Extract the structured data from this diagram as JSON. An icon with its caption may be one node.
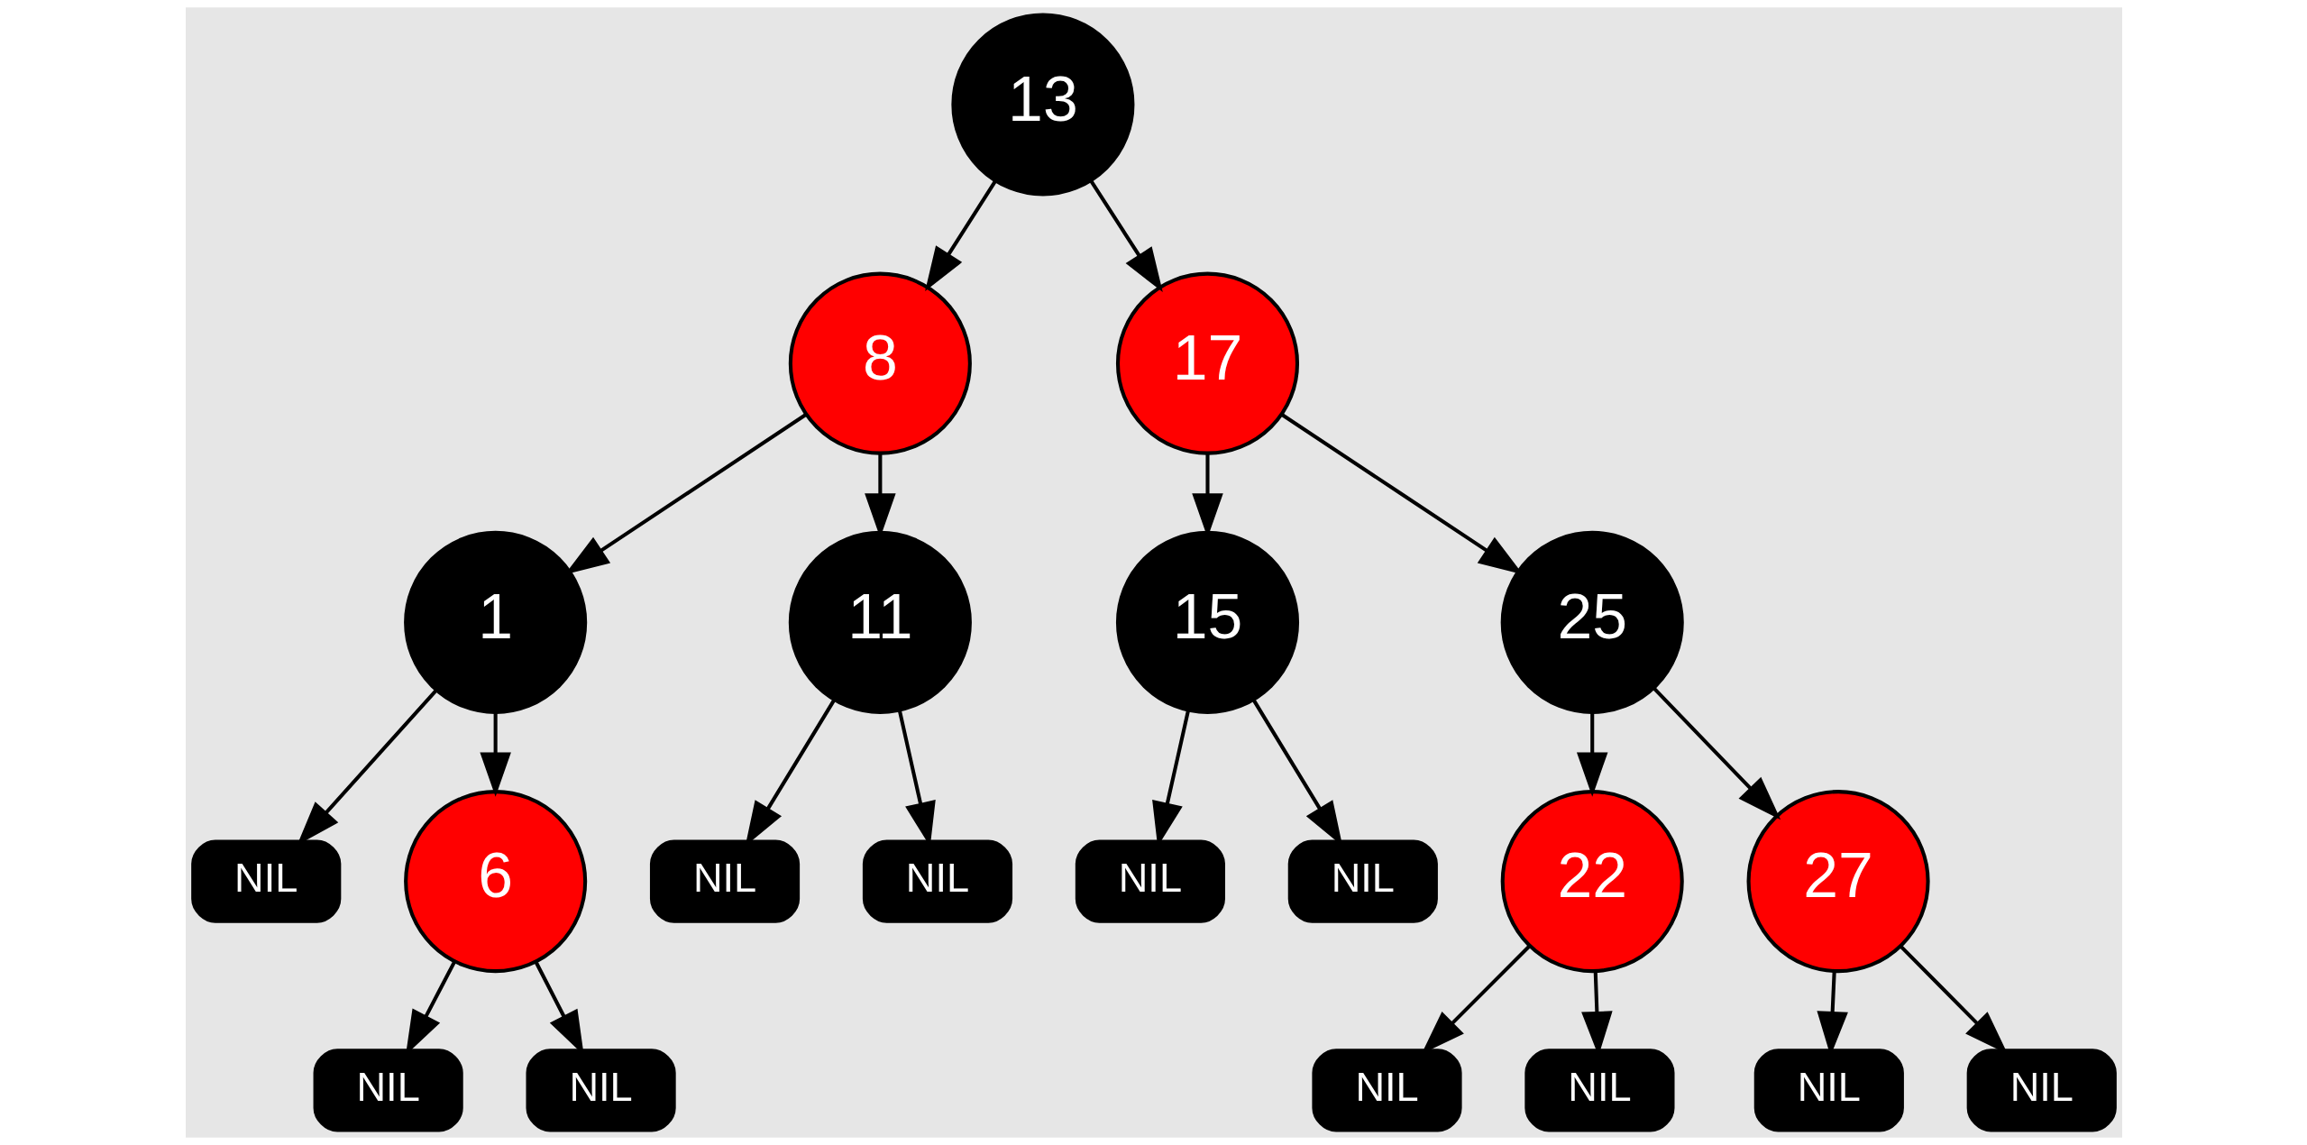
{
  "diagram": {
    "nodes": [
      {
        "text": [
          "13"
        ]
      },
      {
        "text": [
          "8"
        ]
      },
      {
        "text": [
          "17"
        ]
      },
      {
        "text": [
          "1"
        ]
      },
      {
        "text": [
          "11"
        ]
      },
      {
        "text": [
          "15"
        ]
      },
      {
        "text": [
          "25"
        ]
      },
      {
        "text": [
          "NIL"
        ]
      },
      {
        "text": [
          "6"
        ]
      },
      {
        "text": [
          "NIL"
        ]
      },
      {
        "text": [
          "NIL"
        ]
      },
      {
        "text": [
          "NIL"
        ]
      },
      {
        "text": [
          "NIL"
        ]
      },
      {
        "text": [
          "22"
        ]
      },
      {
        "text": [
          "27"
        ]
      },
      {
        "text": [
          "NIL"
        ]
      },
      {
        "text": [
          "NIL"
        ]
      },
      {
        "text": [
          "NIL"
        ]
      },
      {
        "text": [
          "NIL"
        ]
      },
      {
        "text": [
          "NIL"
        ]
      },
      {
        "text": [
          "NIL"
        ]
      }
    ],
    "edges": [
      {
        "from": 0,
        "to": 1,
        "arrow": "to"
      },
      {
        "from": 0,
        "to": 2,
        "arrow": "to"
      },
      {
        "from": 1,
        "to": 3,
        "arrow": "to"
      },
      {
        "from": 1,
        "to": 4,
        "arrow": "to"
      },
      {
        "from": 2,
        "to": 5,
        "arrow": "to"
      },
      {
        "from": 2,
        "to": 6,
        "arrow": "to"
      },
      {
        "from": 3,
        "to": 7,
        "arrow": "to"
      },
      {
        "from": 3,
        "to": 8,
        "arrow": "to"
      },
      {
        "from": 4,
        "to": 9,
        "arrow": "to"
      },
      {
        "from": 4,
        "to": 10,
        "arrow": "to"
      },
      {
        "from": 5,
        "to": 11,
        "arrow": "to"
      },
      {
        "from": 5,
        "to": 12,
        "arrow": "to"
      },
      {
        "from": 6,
        "to": 13,
        "arrow": "to"
      },
      {
        "from": 6,
        "to": 14,
        "arrow": "to"
      },
      {
        "from": 8,
        "to": 15,
        "arrow": "to"
      },
      {
        "from": 8,
        "to": 16,
        "arrow": "to"
      },
      {
        "from": 13,
        "to": 17,
        "arrow": "to"
      },
      {
        "from": 13,
        "to": 18,
        "arrow": "to"
      },
      {
        "from": 14,
        "to": 19,
        "arrow": "to"
      },
      {
        "from": 14,
        "to": 20,
        "arrow": "to"
      }
    ]
  }
}
